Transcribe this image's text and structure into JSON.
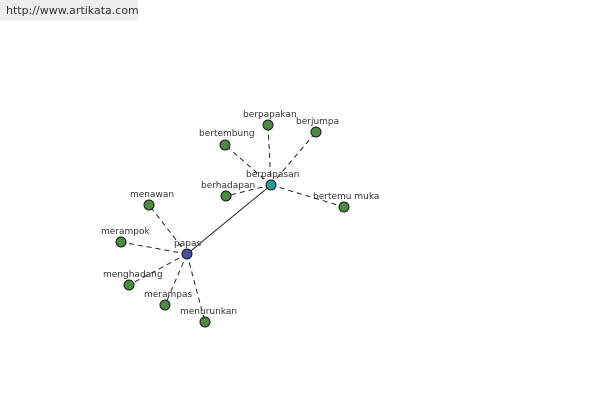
{
  "header": {
    "url": "http://www.artikata.com"
  },
  "colors": {
    "hub": "#4b4f9c",
    "sub_hub": "#2f9a9a",
    "leaf": "#4f8a45",
    "edge": "#222222"
  },
  "graph": {
    "nodes": [
      {
        "id": "papas",
        "label": "papas",
        "kind": "hub"
      },
      {
        "id": "berpapasan",
        "label": "berpapasan",
        "kind": "sub_hub"
      },
      {
        "id": "berpapakan",
        "label": "berpapakan",
        "kind": "leaf"
      },
      {
        "id": "berjumpa",
        "label": "berjumpa",
        "kind": "leaf"
      },
      {
        "id": "bertembung",
        "label": "bertembung",
        "kind": "leaf"
      },
      {
        "id": "berhadapan",
        "label": "berhadapan",
        "kind": "leaf"
      },
      {
        "id": "bertemu-muka",
        "label": "bertemu muka",
        "kind": "leaf"
      },
      {
        "id": "menawan",
        "label": "menawan",
        "kind": "leaf"
      },
      {
        "id": "merampok",
        "label": "merampok",
        "kind": "leaf"
      },
      {
        "id": "menghadang",
        "label": "menghadang",
        "kind": "leaf"
      },
      {
        "id": "merampas",
        "label": "merampas",
        "kind": "leaf"
      },
      {
        "id": "menurunkan",
        "label": "menurunkan",
        "kind": "leaf"
      }
    ],
    "edges": [
      {
        "from": "papas",
        "to": "berpapasan",
        "style": "solid"
      },
      {
        "from": "berpapasan",
        "to": "berpapakan",
        "style": "dashed"
      },
      {
        "from": "berpapasan",
        "to": "berjumpa",
        "style": "dashed"
      },
      {
        "from": "berpapasan",
        "to": "bertembung",
        "style": "dashed"
      },
      {
        "from": "berpapasan",
        "to": "berhadapan",
        "style": "dashed"
      },
      {
        "from": "berpapasan",
        "to": "bertemu-muka",
        "style": "dashed"
      },
      {
        "from": "papas",
        "to": "menawan",
        "style": "dashed"
      },
      {
        "from": "papas",
        "to": "merampok",
        "style": "dashed"
      },
      {
        "from": "papas",
        "to": "menghadang",
        "style": "dashed"
      },
      {
        "from": "papas",
        "to": "merampas",
        "style": "dashed"
      },
      {
        "from": "papas",
        "to": "menurunkan",
        "style": "dashed"
      }
    ]
  }
}
